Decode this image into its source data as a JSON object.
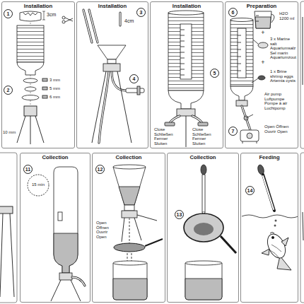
{
  "diagram": {
    "nodes": [
      {
        "text": [
          "Installation"
        ]
      },
      {
        "text": [
          "1"
        ],
        "in": 0
      },
      {
        "text": [
          "2"
        ],
        "in": 0
      },
      {
        "text": [
          "Installation"
        ]
      },
      {
        "text": [
          "3"
        ],
        "in": 3
      },
      {
        "text": [
          "4"
        ],
        "in": 3
      },
      {
        "text": [
          "Installation"
        ]
      },
      {
        "text": [
          "5"
        ],
        "in": 6
      },
      {
        "text": [
          "Preparation"
        ]
      },
      {
        "text": [
          "6"
        ],
        "in": 8
      },
      {
        "text": [
          "7"
        ],
        "in": 8
      },
      {
        "text": [
          "Collection"
        ]
      },
      {
        "text": [
          "11"
        ],
        "in": 11
      },
      {
        "text": [
          "Collection"
        ]
      },
      {
        "text": [
          "12"
        ],
        "in": 13
      },
      {
        "text": [
          "Collection"
        ]
      },
      {
        "text": [
          "13"
        ],
        "in": 15
      },
      {
        "text": [
          "Feeding"
        ]
      },
      {
        "text": [
          "14"
        ],
        "in": 17
      }
    ],
    "labels": [
      "3cm",
      "3 mm",
      "5 mm",
      "6 mm",
      "10 mm",
      "4cm",
      "Close Schließen Fermer Sluiten",
      "Close Schließen Fermer Sluiten",
      "H2O 1200 ml",
      "+",
      "3 x Marine salt Aquariumsalz Sel marin Aquariumzout",
      "+",
      "1 x Brine shrimp eggs Artemia cysts",
      "Air pump Luftpumpe Pompe à air Luchtpomp",
      "Open Öffnen Ouvrir Open",
      "15 min",
      "Open Öffnen Ouvrir Open"
    ]
  }
}
